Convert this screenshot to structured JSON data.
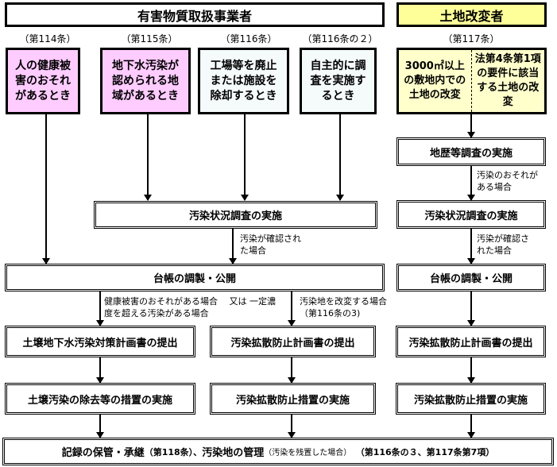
{
  "headers": {
    "left": "有害物質取扱事業者",
    "right": "土地改変者"
  },
  "articles": [
    "（第114条）",
    "（第115条）",
    "（第116条）",
    "（第116条の２）",
    "（第117条）"
  ],
  "triggers": [
    "人の健康被害のおそれがあるとき",
    "地下水汚染が認められる地域があるとき",
    "工場等を廃止または施設を除却するとき",
    "自主的に調査を実施するとき"
  ],
  "right_triggers": [
    "3000㎡以上の敷地内での土地の改変",
    "法第4条第1項の要件に該当する土地の改変"
  ],
  "history_survey": "地歴等調査の実施",
  "cond_risk": "汚染のおそれがある場合",
  "survey": "汚染状況調査の実施",
  "cond_confirmed": "汚染が確認された場合",
  "ledger": "台帳の調製・公開",
  "cond_health": "健康被害のおそれがある場合　 又は 一定濃度を超える汚染がある場合",
  "cond_alter": "汚染地を改変する場合（第116条の3)",
  "plan_left": "土壌地下水汚染対策計画書の提出",
  "plan_spread": "汚染拡散防止計画書の提出",
  "action_left": "土壌汚染の除去等の措置の実施",
  "action_spread": "汚染拡散防止措置の実施",
  "final": {
    "main1": "記録の保管・承継",
    "art1": "（第118条）、",
    "main2": "汚染地の管理",
    "note": "（汚染を残置した場合）",
    "art2": "　（第116条の３、第117条第7項）"
  },
  "colors": {
    "pink": "#ffccff",
    "yellow": "#ffff99",
    "light_yellow": "#ffffcc"
  }
}
